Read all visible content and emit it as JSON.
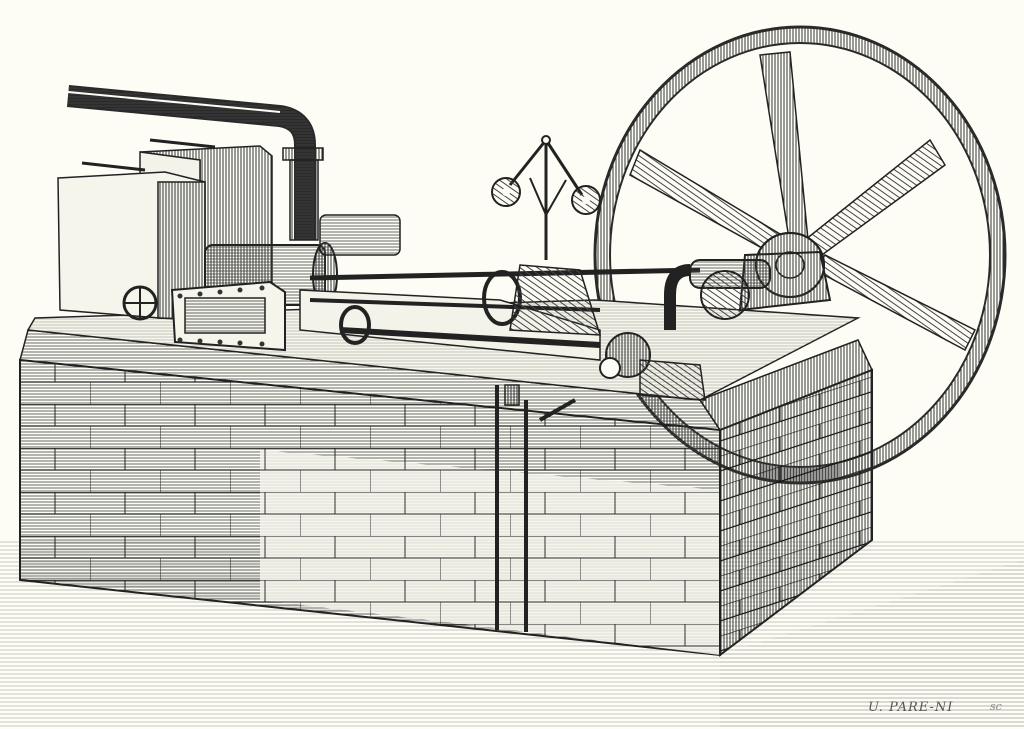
{
  "image": {
    "subject": "Horizontal steam engine engraving",
    "palette": {
      "paper": "#fdfdf6",
      "ink": "#2a2a2a",
      "mid": "#6b6b6b",
      "light": "#bdbdb5"
    },
    "components": [
      "flywheel",
      "centrifugal-governor",
      "steam-cylinder",
      "exhaust-pipe",
      "feed-boxes",
      "valve-chest",
      "crosshead-slide",
      "crankshaft-bearing",
      "brick-foundation",
      "drain-pipes"
    ]
  },
  "signature": {
    "text": "U. PARE-NI",
    "mark": "sc"
  }
}
